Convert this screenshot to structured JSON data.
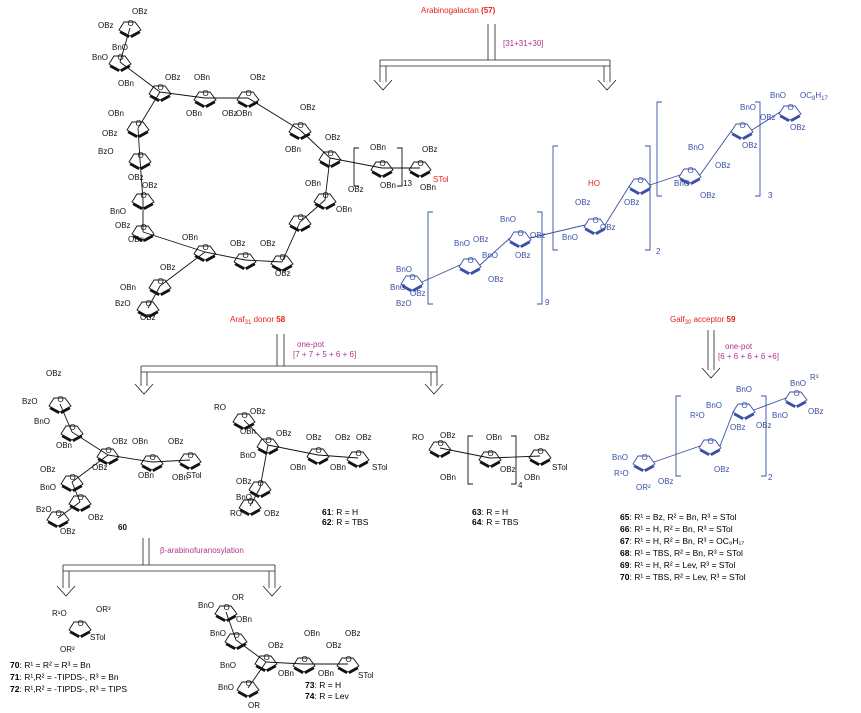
{
  "colors": {
    "accent_red": "#e8221b",
    "accent_magenta": "#b0338f",
    "structure_blue": "#3a4fa6",
    "ink": "#111111"
  },
  "top": {
    "target_name": "Arabinogalactan",
    "target_num": "(57)",
    "split_label": "[31+31+30]"
  },
  "donor": {
    "label_prefix": "Araf",
    "label_sub": "31",
    "label_suffix": " donor ",
    "label_num": "58",
    "arrow_label_1": "one-pot",
    "arrow_label_2": "[7 + 7 + 5 + 6 + 6]",
    "repeat_13": "13",
    "stol": "STol"
  },
  "acceptor": {
    "label_prefix": "Galf",
    "label_sub": "30",
    "label_suffix": " acceptor ",
    "label_num": "59",
    "arrow_label_1": "one-pot",
    "arrow_label_2": "[6 + 6 + 6 + 6 +6]",
    "rep_3": "3",
    "rep_2": "2",
    "rep_9": "9",
    "ho": "HO",
    "oc8h17": "OC",
    "oc8h17_sub1": "8",
    "oc8h17_h": "H",
    "oc8h17_sub2": "17"
  },
  "compounds": {
    "c60": "60",
    "c61": "61",
    "c61_text": ": R = H",
    "c62": "62",
    "c62_text": ": R = TBS",
    "c63": "63",
    "c63_text": ": R = H",
    "c64": "64",
    "c64_text": ": R = TBS",
    "sub4": "4",
    "beta_label": "β-arabinofuranosylation",
    "c70b": "70",
    "c70b_text": ": R¹ = R² = R³ = Bn",
    "c71": "71",
    "c71_text": ": R¹,R² = -TIPDS-, R³ = Bn",
    "c72": "72",
    "c72_text": ": R¹,R² = -TIPDS-, R³ = TIPS",
    "c73": "73",
    "c73_text": ": R = H",
    "c74": "74",
    "c74_text": ": R = Lev",
    "c65": "65",
    "c65_text": ": R¹ = Bz, R² = Bn, R³ = STol",
    "c66": "66",
    "c66_text": ": R¹ = H, R² = Bn, R³ = STol",
    "c67": "67",
    "c67_text": ": R¹ = H, R² = Bn, R³ = OC₈H₁₇",
    "c68": "68",
    "c68_text": ": R¹ = TBS, R² = Bn, R³ = STol",
    "c69": "69",
    "c69_text": ": R¹ = H, R² = Lev, R³ = STol",
    "c70": "70",
    "c70_text": ": R¹ = TBS, R² = Lev, R³ = STol"
  },
  "groups": {
    "obz": "OBz",
    "obn": "OBn",
    "bno": "BnO",
    "bzo": "BzO",
    "or": "OR",
    "ro": "RO",
    "stol": "STol",
    "r3": "R³",
    "or2": "OR²",
    "or3": "OR³",
    "r1o": "R¹O",
    "r2o": "R²O"
  }
}
